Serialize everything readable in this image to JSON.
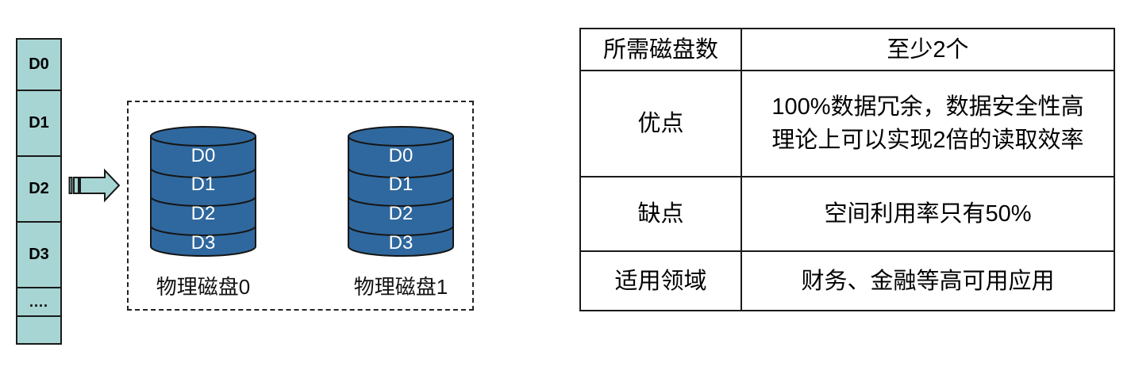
{
  "colors": {
    "teal": "#A7D5D4",
    "blue": "#2F689E",
    "ink": "#1A1A1A"
  },
  "logical_column": {
    "blocks": [
      "D0",
      "D1",
      "D2",
      "D3",
      "....",
      ""
    ]
  },
  "array_group": {
    "disks": [
      {
        "name": "物理磁盘0",
        "segments": [
          "D0",
          "D1",
          "D2",
          "D3"
        ]
      },
      {
        "name": "物理磁盘1",
        "segments": [
          "D0",
          "D1",
          "D2",
          "D3"
        ]
      }
    ]
  },
  "table": {
    "rows": [
      {
        "label": "所需磁盘数",
        "lines": [
          "至少2个"
        ]
      },
      {
        "label": "优点",
        "lines": [
          "100%数据冗余，数据安全性高",
          "理论上可以实现2倍的读取效率"
        ]
      },
      {
        "label": "缺点",
        "lines": [
          "空间利用率只有50%"
        ]
      },
      {
        "label": "适用领域",
        "lines": [
          "财务、金融等高可用应用"
        ]
      }
    ]
  }
}
